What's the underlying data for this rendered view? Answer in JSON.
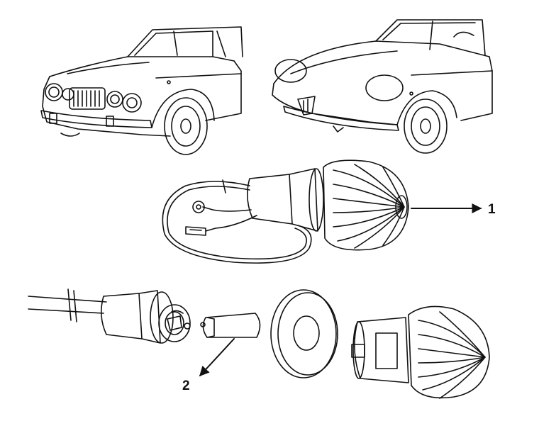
{
  "callouts": [
    {
      "id": "1",
      "text": "1",
      "refers_to": "side-marker-lamp-assembly"
    },
    {
      "id": "2",
      "text": "2",
      "refers_to": "lamp-bulb"
    }
  ],
  "colors": {
    "ink": "#111111",
    "paper": "#ffffff"
  },
  "figures": [
    "coupe-car",
    "spider-car",
    "side-marker-lamp-assembly",
    "exploded-lamp-parts"
  ]
}
